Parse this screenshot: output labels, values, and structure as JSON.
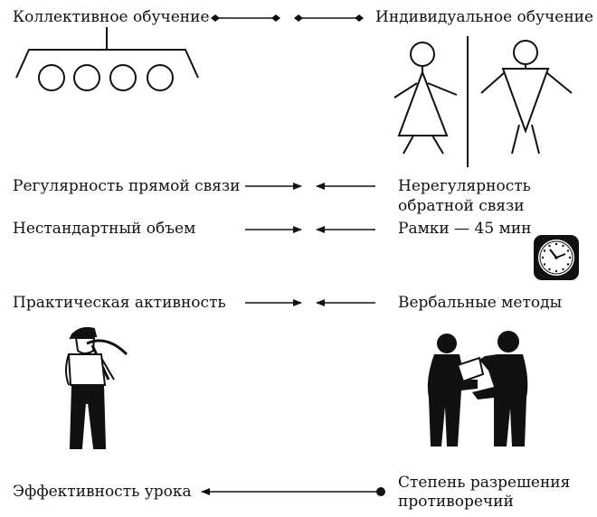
{
  "labels": {
    "collective": "Коллективное обучение",
    "individual": "Индивидуальное обучение",
    "regularity": "Регулярность прямой связи",
    "irregularity_l1": "Нерегулярность",
    "irregularity_l2": "обратной связи",
    "volume": "Нестандартный объем",
    "frame": "Рамки — 45 мин",
    "practical": "Практическая активность",
    "verbal": "Вербальные методы",
    "effectiveness": "Эффективность урока",
    "resolution_l1": "Степень разрешения",
    "resolution_l2": "противоречий"
  },
  "icons": [
    "group-table-icon",
    "woman-figure-icon",
    "man-figure-icon",
    "clock-icon",
    "worker-with-pickaxe-icon",
    "two-men-talking-icon"
  ],
  "colors": {
    "ink": "#111111",
    "background": "#ffffff"
  }
}
